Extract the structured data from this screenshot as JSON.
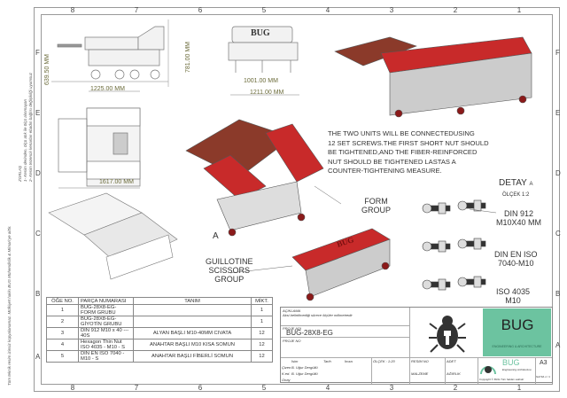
{
  "sheet": {
    "columns": [
      "8",
      "7",
      "6",
      "5",
      "4",
      "3",
      "2",
      "1"
    ],
    "rows": [
      "F",
      "E",
      "D",
      "C",
      "B",
      "A"
    ],
    "side_note_title": "ZORLAŞ",
    "side_notes": [
      "1- Kesim derinden, ölçü atık ile ölçü alınmayan",
      "2- Kesim tezenolı kenarları ebadın bağlısı değişikliği uyumsuz"
    ],
    "copyright": "Tüm teknik resim izinsiz kopyalanamaz. Mülkiyet hakkı BUG Mühendislik & Mimari'ye aittir."
  },
  "views": {
    "side_height_dim": "639.50 MM",
    "side_total_height_dim": "781.00 MM",
    "front_inner_width_dim": "1001.00 MM",
    "front_total_width_dim": "1211.00 MM",
    "top_width_dim": "1225.00 MM",
    "top_length_dim": "1617.00 MM",
    "front_logo": "BUG",
    "machine_logo": "BUG"
  },
  "labels": {
    "form_group": "FORM\nGROUP",
    "guillotine_group": "GUILLOTINE\nSCISSORS\nGROUP",
    "detail_marker": "A",
    "note": [
      "THE TWO UNITS WILL BE CONNECTEDUSING",
      "12 SET SCREWS.THE FIRST SHORT NUT SHOULD",
      "BE TIGHTENED,AND THE FIBER-REINFORCED",
      "NUT SHOULD BE TIGHTENED LASTAS A",
      " COUNTER-TIGHTENING MEASURE."
    ],
    "detail_title": "DETAY",
    "detail_letter": "A",
    "detail_scale": "ÖLÇEK 1:2",
    "fastener_1": [
      "DIN 912",
      "M10X40 MM"
    ],
    "fastener_2": [
      "DIN EN ISO",
      "7040-M10"
    ],
    "fastener_3": [
      "ISO 4035",
      "M10"
    ]
  },
  "bom": {
    "headers": [
      "ÖĞE NO.",
      "PARÇA NUMARASI",
      "TANIM",
      "MİKT."
    ],
    "rows": [
      {
        "no": "1",
        "part": "BUG-28X8-EG-FORM GRUBU",
        "desc": "",
        "qty": "1"
      },
      {
        "no": "2",
        "part": "BUG-28X8-EG-GİYOTİN GRUBU",
        "desc": "",
        "qty": "1"
      },
      {
        "no": "3",
        "part": "DIN 912 M10 x 40 --- 40S",
        "desc": "ALYAN BAŞLI M10-40MM CIVATA",
        "qty": "12"
      },
      {
        "no": "4",
        "part": "Hexagon Thin Nut ISO 4035 - M10 - S",
        "desc": "ANAHTAR BAŞLI M10 KISA SOMUN",
        "qty": "12"
      },
      {
        "no": "5",
        "part": "DIN EN ISO 7040 - M10 - S",
        "desc": "ANAHTAR BAŞLI FİBERLİ SOMUN",
        "qty": "12"
      }
    ]
  },
  "title_block": {
    "description_label": "AÇIKLAMA",
    "description": "Aksi belirtilmediği sürece ölçüler milimetredir",
    "project_name_label": "PROJE ADI",
    "project_name": "BUG-28X8-EG",
    "project_no_label": "PROJE NO",
    "hdr_name": "İsim",
    "hdr_date": "Tarih",
    "hdr_sign": "İmza",
    "drawn_label": "Çizen",
    "drawn_by": "B. Uğur Dergüllü",
    "checked_label": "K.ed.",
    "checked_by": "B. Uğur Dergüllü",
    "approved_label": "Onay",
    "scale": "ÖLÇEK : 1:20",
    "drawing_no_label": "RESİM NO",
    "quantity_label": "ADET",
    "material_label": "MALZEME",
    "weight_label": "AĞIRLIK",
    "sheet_size": "A3",
    "sheet_no": "SAYFA 1 / 1",
    "brand": "BUG",
    "brand_sub": "ENGINEERING & ARCHITECTURE",
    "small_brand": "BUG",
    "small_brand_sub": "Engineering Architecture",
    "copyright_small": "Copyright © BUG Tüm hakları saklıdır",
    "brand_color": "#6cc3a0"
  }
}
